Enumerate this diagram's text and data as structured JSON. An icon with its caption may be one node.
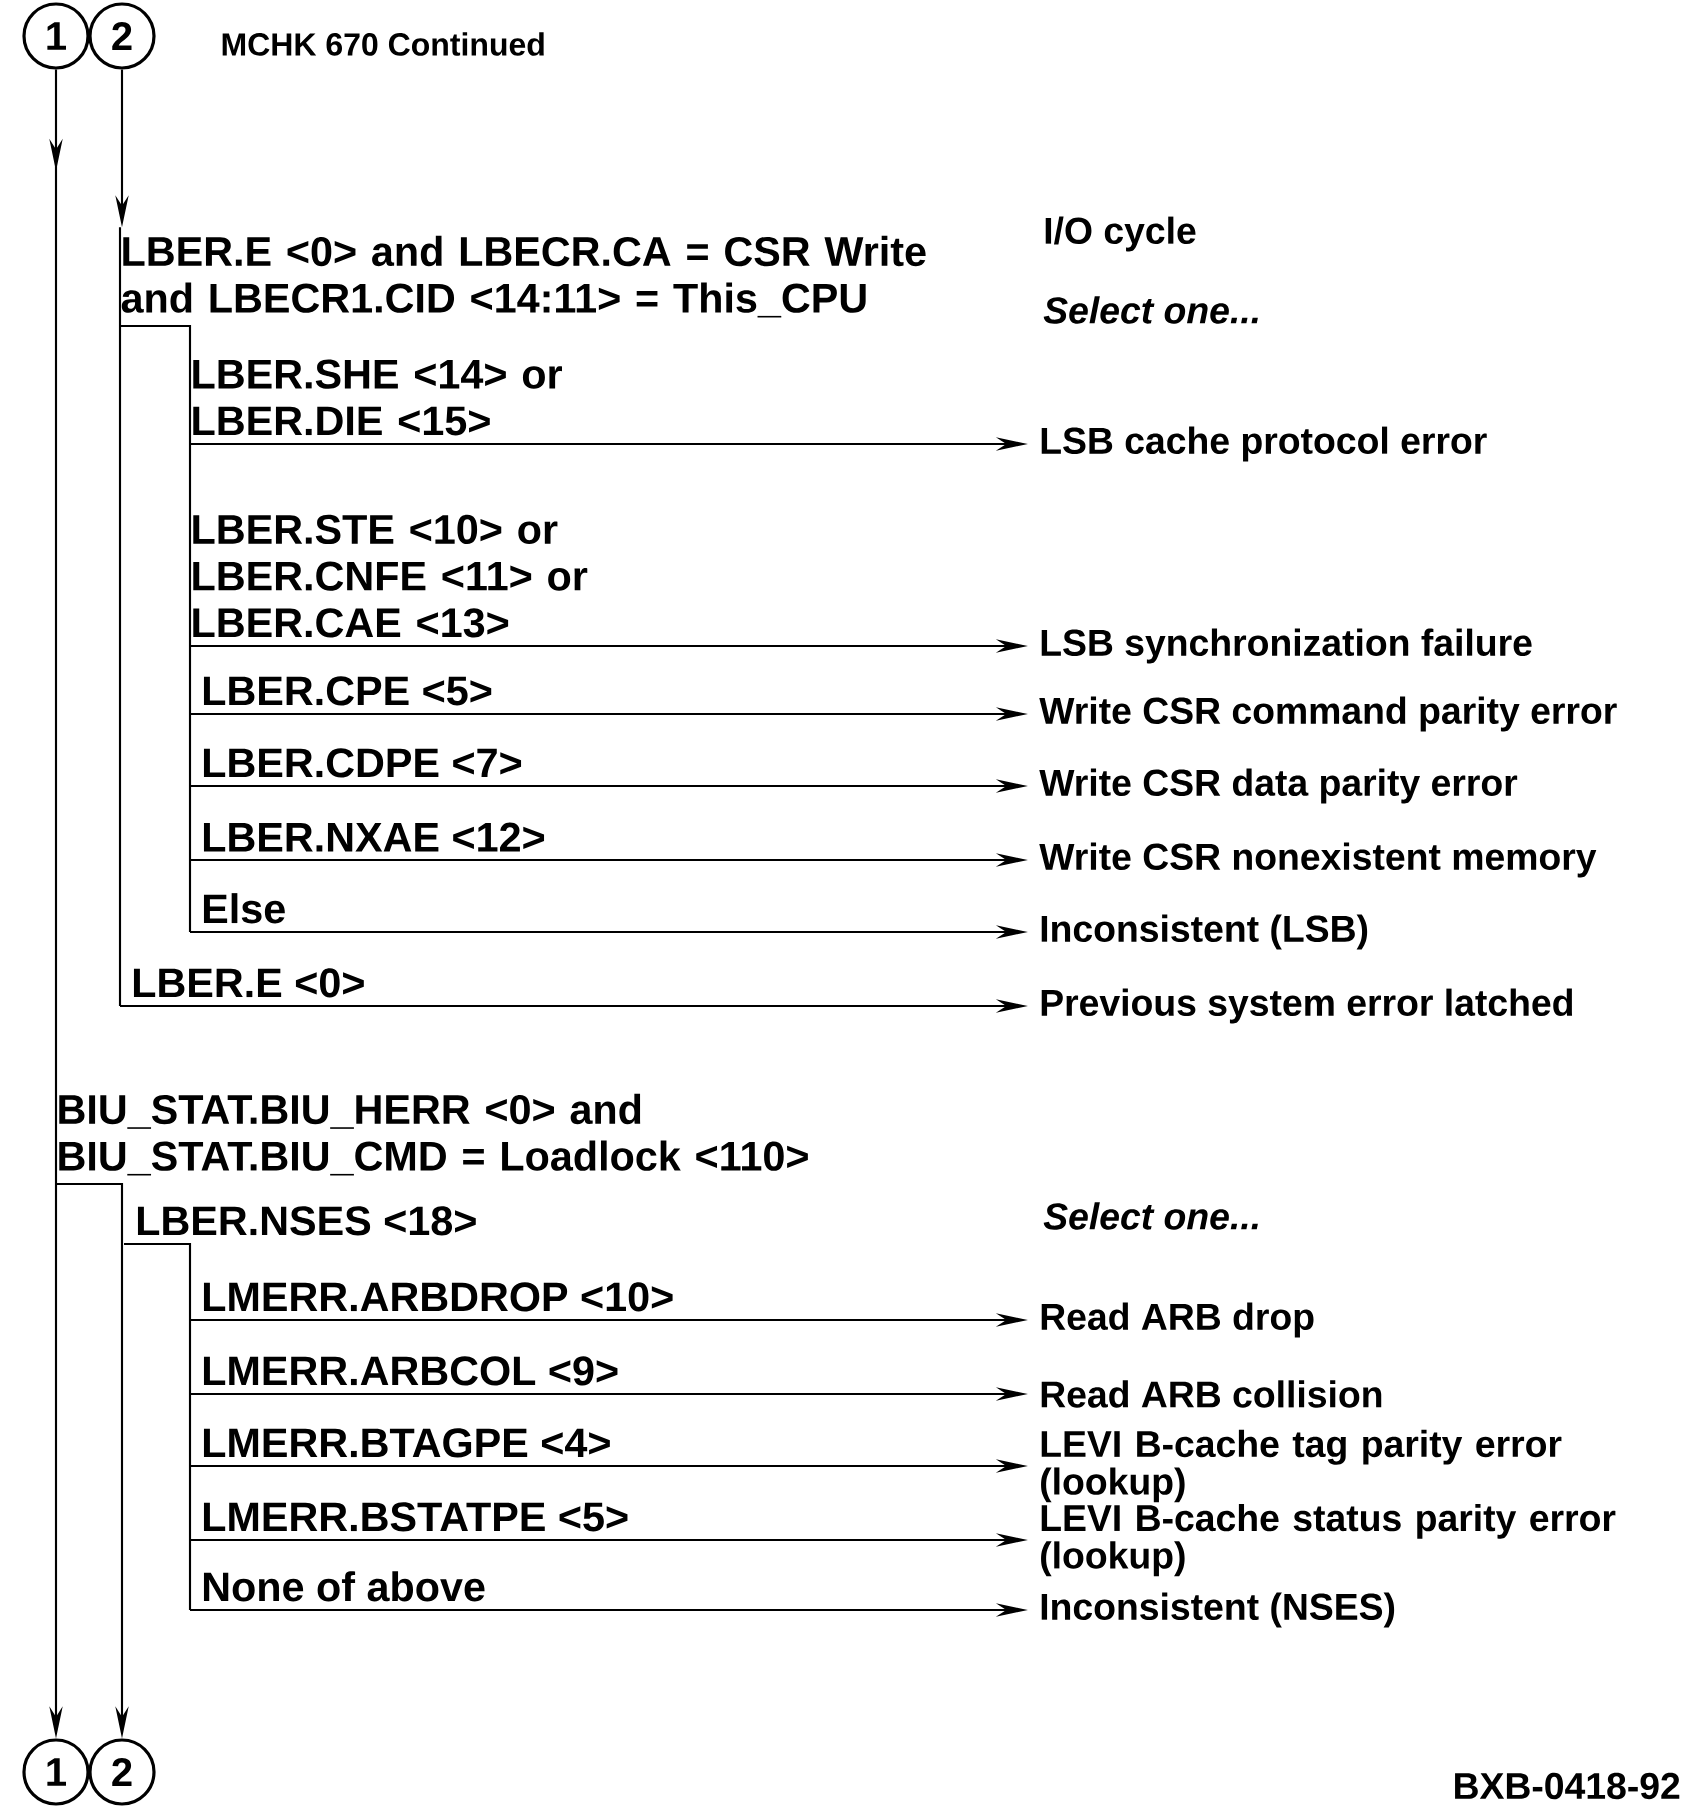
{
  "diagram": {
    "title": "MCHK 670 Continued",
    "nodes": [
      {
        "text": [
          "1"
        ]
      },
      {
        "text": [
          "2"
        ]
      },
      {
        "text": [
          "LBER.E <0> and LBECR.CA = CSR Write and LBECR1.CID <14:11> = This_CPU"
        ]
      },
      {
        "text": [
          "LBER.SHE <14> or LBER.DIE <15>"
        ]
      },
      {
        "text": [
          "LSB cache protocol error"
        ]
      },
      {
        "text": [
          "LBER.STE <10> or LBER.CNFE <11> or LBER.CAE <13>"
        ]
      },
      {
        "text": [
          "LSB synchronization failure"
        ]
      },
      {
        "text": [
          "LBER.CPE <5>"
        ]
      },
      {
        "text": [
          "Write CSR command parity error"
        ]
      },
      {
        "text": [
          "LBER.CDPE <7>"
        ]
      },
      {
        "text": [
          "Write CSR data parity error"
        ]
      },
      {
        "text": [
          "LBER.NXAE <12>"
        ]
      },
      {
        "text": [
          "Write CSR nonexistent memory"
        ]
      },
      {
        "text": [
          "Else"
        ]
      },
      {
        "text": [
          "Inconsistent (LSB)"
        ]
      },
      {
        "text": [
          "LBER.E <0>"
        ]
      },
      {
        "text": [
          "Previous system error latched"
        ]
      },
      {
        "text": [
          "BIU_STAT.BIU_HERR <0> and BIU_STAT.BIU_CMD = Loadlock <110>"
        ]
      },
      {
        "text": [
          "LBER.NSES <18>"
        ]
      },
      {
        "text": [
          "LMERR.ARBDROP <10>"
        ]
      },
      {
        "text": [
          "Read ARB drop"
        ]
      },
      {
        "text": [
          "LMERR.ARBCOL <9>"
        ]
      },
      {
        "text": [
          "Read ARB collision"
        ]
      },
      {
        "text": [
          "LMERR.BTAGPE <4>"
        ]
      },
      {
        "text": [
          "LEVI B-cache tag parity error (lookup)"
        ]
      },
      {
        "text": [
          "LMERR.BSTATPE <5>"
        ]
      },
      {
        "text": [
          "LEVI B-cache status parity error (lookup)"
        ]
      },
      {
        "text": [
          "None of above"
        ]
      },
      {
        "text": [
          "Inconsistent (NSES)"
        ]
      },
      {
        "text": [
          "1"
        ]
      },
      {
        "text": [
          "2"
        ]
      }
    ],
    "edges": [
      {
        "from": 0,
        "to": 29,
        "arrow": "to"
      },
      {
        "from": 1,
        "to": 2,
        "arrow": "to"
      },
      {
        "from": 2,
        "to": 15,
        "arrow": "none"
      },
      {
        "from": 2,
        "to": 13,
        "arrow": "none"
      },
      {
        "from": 18,
        "to": 27,
        "arrow": "none"
      },
      {
        "from": 3,
        "to": 4,
        "arrow": "to"
      },
      {
        "from": 5,
        "to": 6,
        "arrow": "to"
      },
      {
        "from": 7,
        "to": 8,
        "arrow": "to"
      },
      {
        "from": 9,
        "to": 10,
        "arrow": "to"
      },
      {
        "from": 11,
        "to": 12,
        "arrow": "to"
      },
      {
        "from": 13,
        "to": 14,
        "arrow": "to"
      },
      {
        "from": 15,
        "to": 16,
        "arrow": "to"
      },
      {
        "from": 17,
        "to": 30,
        "arrow": "to"
      },
      {
        "from": 19,
        "to": 20,
        "arrow": "to"
      },
      {
        "from": 21,
        "to": 22,
        "arrow": "to"
      },
      {
        "from": 23,
        "to": 24,
        "arrow": "to"
      },
      {
        "from": 25,
        "to": 26,
        "arrow": "to"
      },
      {
        "from": 27,
        "to": 28,
        "arrow": "to"
      }
    ],
    "labels": [
      "I/O cycle",
      "Select one...",
      "Select one...",
      "BXB-0418-92"
    ]
  }
}
